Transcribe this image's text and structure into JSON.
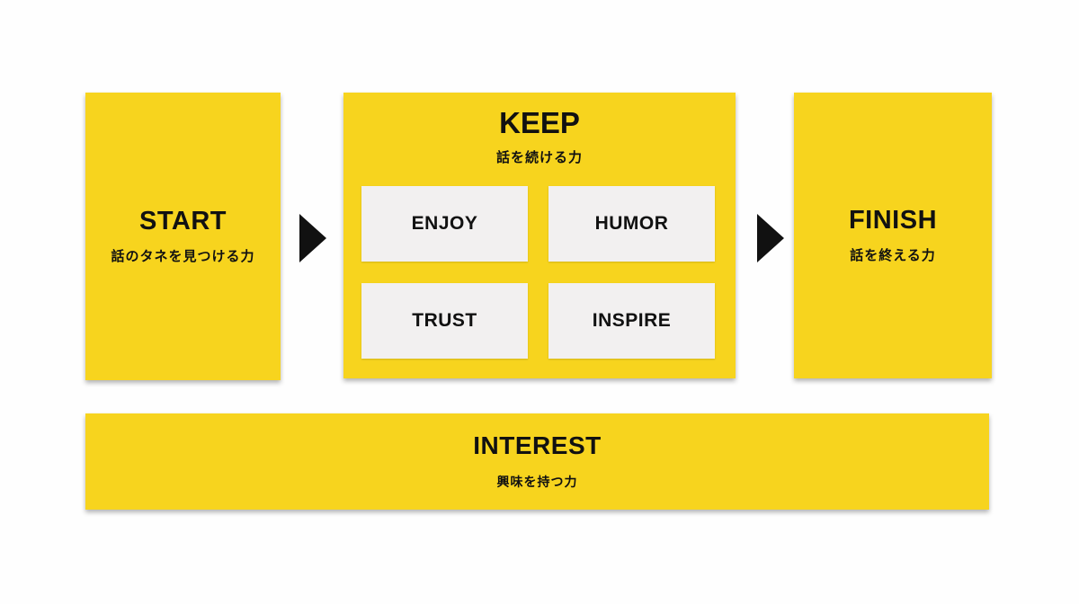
{
  "colors": {
    "panel_yellow": "#f7d41e",
    "sub_box_gray": "#f2f0f0",
    "arrow_black": "#111111",
    "text_black": "#111111",
    "background": "#fefefe"
  },
  "diagram": {
    "start": {
      "title": "START",
      "subtitle": "話のタネを見つける力"
    },
    "keep": {
      "title": "KEEP",
      "subtitle": "話を続ける力",
      "items": [
        {
          "label": "ENJOY"
        },
        {
          "label": "HUMOR"
        },
        {
          "label": "TRUST"
        },
        {
          "label": "INSPIRE"
        }
      ]
    },
    "finish": {
      "title": "FINISH",
      "subtitle": "話を終える力"
    },
    "interest": {
      "title": "INTEREST",
      "subtitle": "興味を持つ力"
    }
  }
}
